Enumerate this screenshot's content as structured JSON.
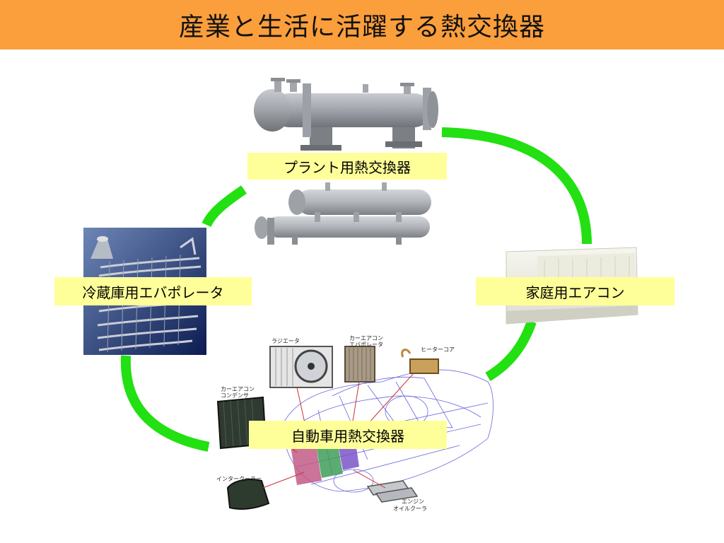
{
  "title": "産業と生活に活躍する熱交換器",
  "labels": {
    "plant": "プラント用熱交換器",
    "fridge": "冷蔵庫用エバポレータ",
    "aircon": "家庭用エアコン",
    "auto": "自動車用熱交換器"
  },
  "car_parts": {
    "radiator": "ラジエータ",
    "ac_evap_1": "カーエアコン",
    "ac_evap_2": "エバポレータ",
    "heater_core": "ヒーターコア",
    "ac_cond_1": "カーエアコン",
    "ac_cond_2": "コンデンサ",
    "intercooler": "インタークーラー",
    "oil_cooler_1": "エンジン",
    "oil_cooler_2": "オイルクーラ"
  },
  "colors": {
    "header_bg": "#fb9e3c",
    "label_bg": "#ffff99",
    "cycle_arc": "#22e011"
  }
}
